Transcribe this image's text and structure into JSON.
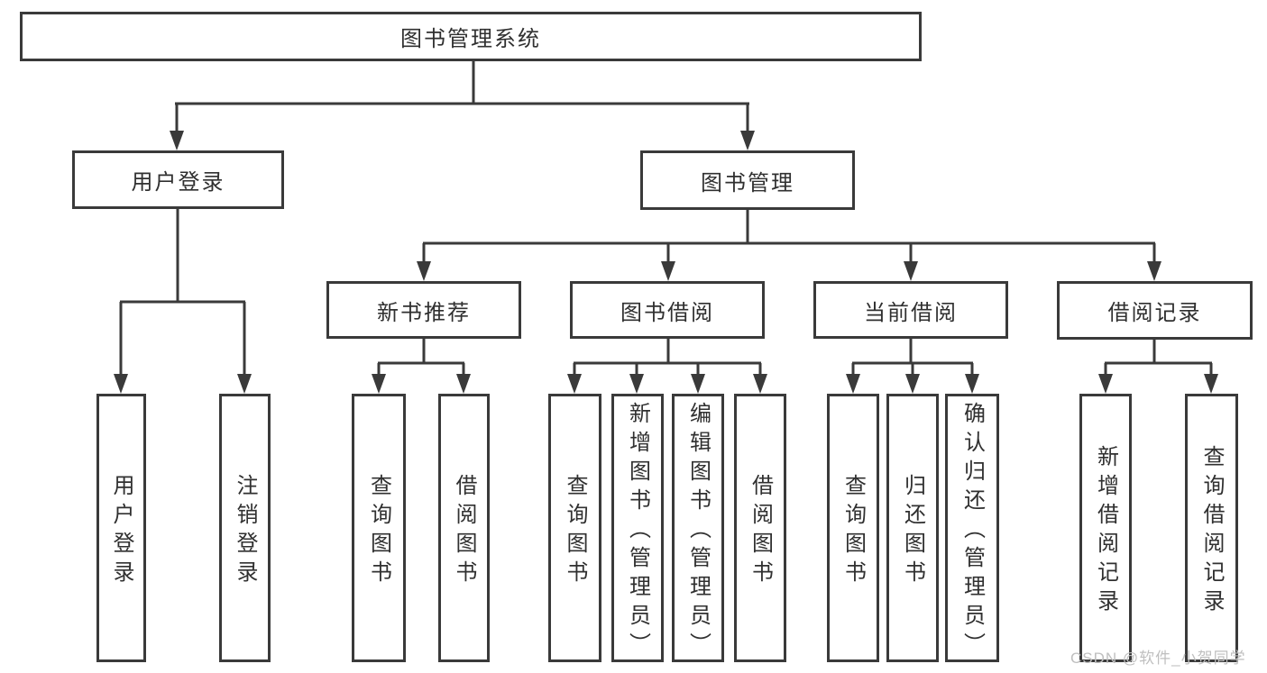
{
  "nodes": {
    "root": {
      "label": "图书管理系统"
    },
    "user_login": {
      "label": "用户登录"
    },
    "book_mgmt": {
      "label": "图书管理"
    },
    "login": {
      "label": "用户登录"
    },
    "logout": {
      "label": "注销登录"
    },
    "new_books": {
      "label": "新书推荐"
    },
    "borrowing": {
      "label": "图书借阅"
    },
    "current": {
      "label": "当前借阅"
    },
    "records": {
      "label": "借阅记录"
    },
    "nb_query": {
      "label": "查询图书"
    },
    "nb_borrow": {
      "label": "借阅图书"
    },
    "bb_query": {
      "label": "查询图书"
    },
    "bb_add": {
      "label": "新增图书（管理员）"
    },
    "bb_edit": {
      "label": "编辑图书（管理员）"
    },
    "bb_borrow": {
      "label": "借阅图书"
    },
    "cb_query": {
      "label": "查询图书"
    },
    "cb_return": {
      "label": "归还图书"
    },
    "cb_confirm": {
      "label": "确认归还（管理员）"
    },
    "br_add": {
      "label": "新增借阅记录"
    },
    "br_query": {
      "label": "查询借阅记录"
    }
  },
  "watermark": {
    "text": "CSDN @软件_小贺同学"
  },
  "colors": {
    "line": "#3a3a3a",
    "text": "#303030",
    "background": "#ffffff",
    "watermark": "#bfbfbf"
  }
}
